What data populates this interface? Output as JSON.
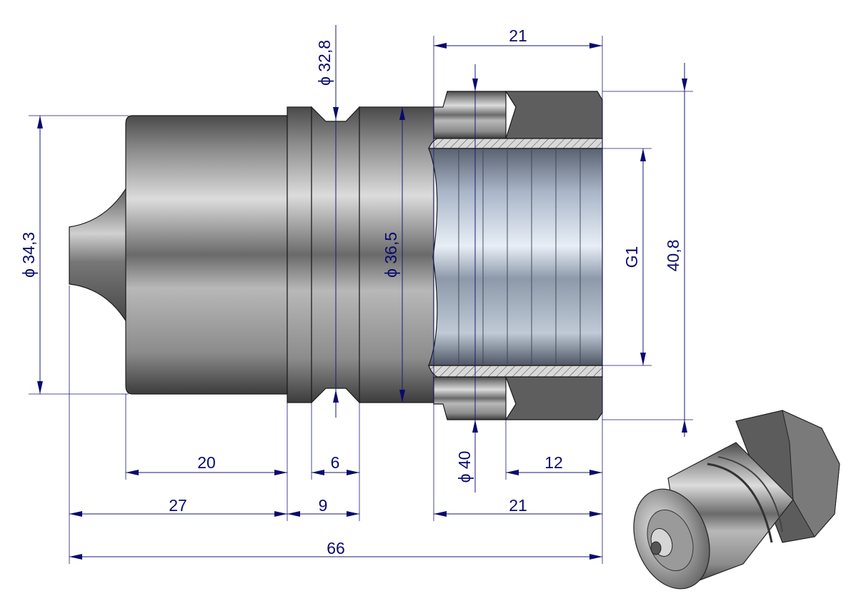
{
  "dimensions": {
    "top_length_21": "21",
    "dia_32_8": "ϕ 32,8",
    "dia_34_3": "ϕ 34,3",
    "dia_36_5": "ϕ 36,5",
    "thread_g1": "G1",
    "hex_40_8": "40,8",
    "dia_40": "ϕ 40",
    "len_20": "20",
    "len_6": "6",
    "len_12": "12",
    "len_27": "27",
    "len_9": "9",
    "len_21_bottom": "21",
    "len_66": "66"
  },
  "colors": {
    "dimension": "#0a0a6e",
    "metal_dark": "#3e3e3e",
    "metal_light": "#d8d8d8",
    "thread_blue": "#8fa3bd"
  }
}
